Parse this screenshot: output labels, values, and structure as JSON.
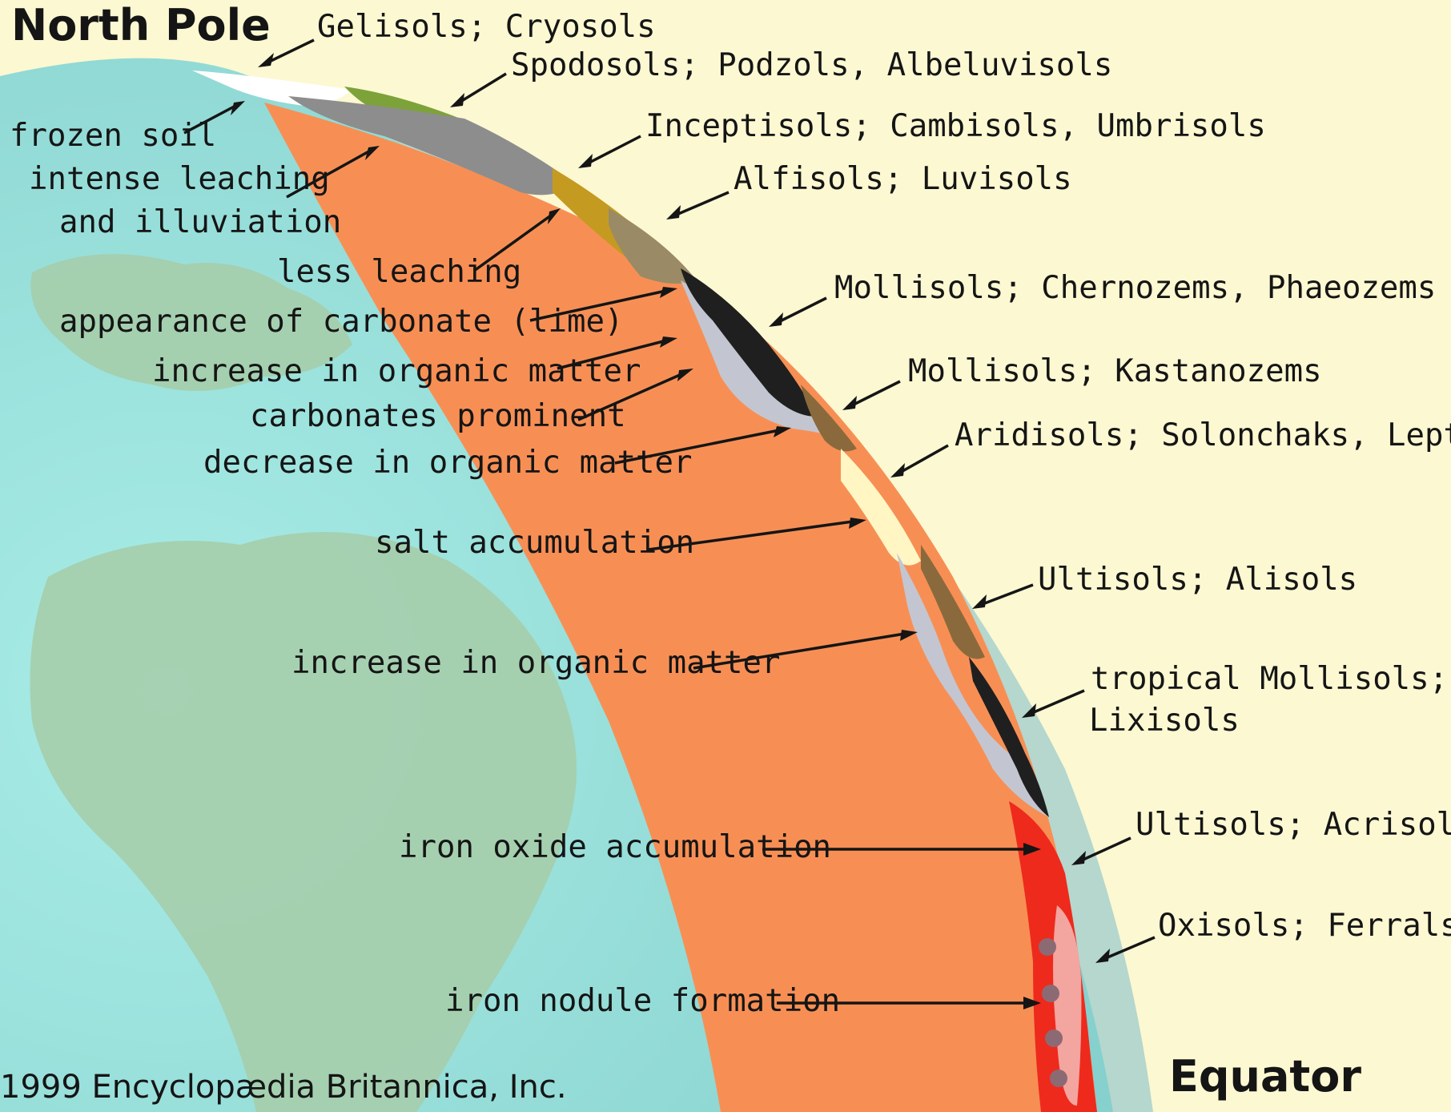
{
  "titles": {
    "north_pole": "North Pole",
    "equator": "Equator"
  },
  "credit": "1999 Encyclopædia Britannica, Inc.",
  "soil_orders": {
    "gelisols": "Gelisols; Cryosols",
    "spodosols": "Spodosols; Podzols, Albeluvisols",
    "inceptisols": "Inceptisols; Cambisols, Umbrisols",
    "alfisols": "Alfisols; Luvisols",
    "mollisols_chernozems": "Mollisols; Chernozems, Phaeozems",
    "mollisols_kastanozems": "Mollisols; Kastanozems",
    "aridisols": "Aridisols; Solonchaks, Leptosols",
    "ultisols_alisols": "Ultisols; Alisols",
    "tropical_mollisols_line1": "tropical Mollisols;",
    "tropical_mollisols_line2": "Lixisols",
    "ultisols_acrisols": "Ultisols; Acrisols",
    "oxisols": "Oxisols; Ferralsols"
  },
  "processes": {
    "frozen_soil": "frozen soil",
    "intense_leaching_line1": "intense leaching",
    "intense_leaching_line2": "and illuviation",
    "less_leaching": "less leaching",
    "carbonate_appearance": "appearance of carbonate (lime)",
    "organic_increase_1": "increase in organic matter",
    "carbonates_prominent": "carbonates prominent",
    "organic_decrease": "decrease in organic matter",
    "salt_accumulation": "salt accumulation",
    "organic_increase_2": "increase in organic matter",
    "iron_oxide": "iron oxide accumulation",
    "iron_nodule": "iron nodule formation"
  },
  "colors": {
    "background": "#fcf8d2",
    "ocean": "#92dcd8",
    "land": "#a6cca8",
    "orange_soil": "#f78f55",
    "atmosphere": "#b5d7cd",
    "frozen_white": "#ffffff",
    "spodosol_green": "#7ea23a",
    "leached_gray": "#8d8d8d",
    "inceptisol_gold": "#c59a20",
    "mollisol_black": "#1f1f1f",
    "carbonate_lightgray": "#c3c6d0",
    "kastanozem_brown": "#8a6a3c",
    "aridisol_cream": "#fff6c4",
    "laterite_red": "#ee2a1c",
    "nodule_pink": "#f3a5a0"
  }
}
